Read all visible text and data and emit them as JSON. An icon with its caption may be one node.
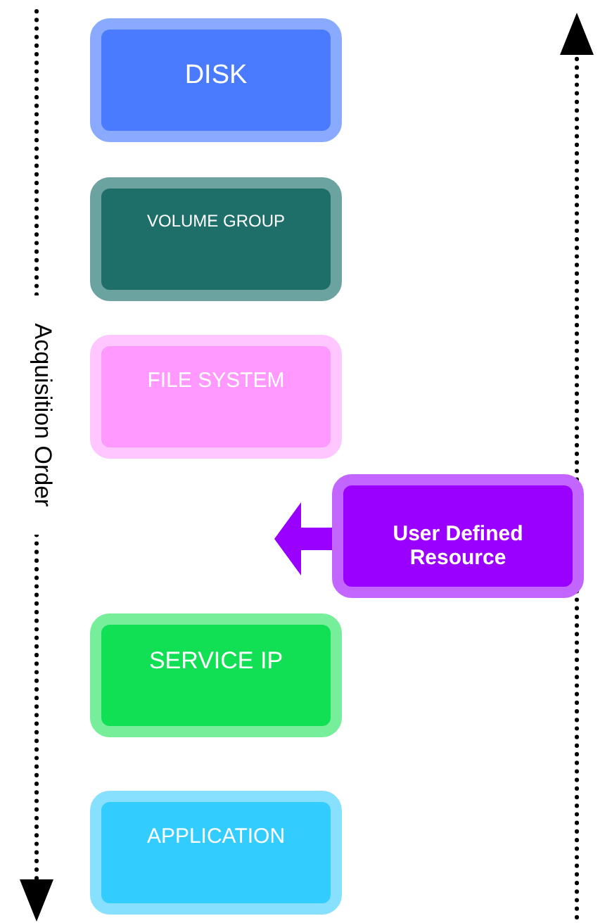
{
  "diagram": {
    "nodes": [
      {
        "text": [
          "DISK"
        ]
      },
      {
        "text": [
          "VOLUME GROUP"
        ]
      },
      {
        "text": [
          "FILE SYSTEM"
        ]
      },
      {
        "text": [
          "User Defined Resource"
        ]
      },
      {
        "text": [
          "SERVICE IP"
        ]
      },
      {
        "text": [
          "APPLICATION"
        ]
      }
    ],
    "labels": [
      "Acquisition Order"
    ]
  }
}
